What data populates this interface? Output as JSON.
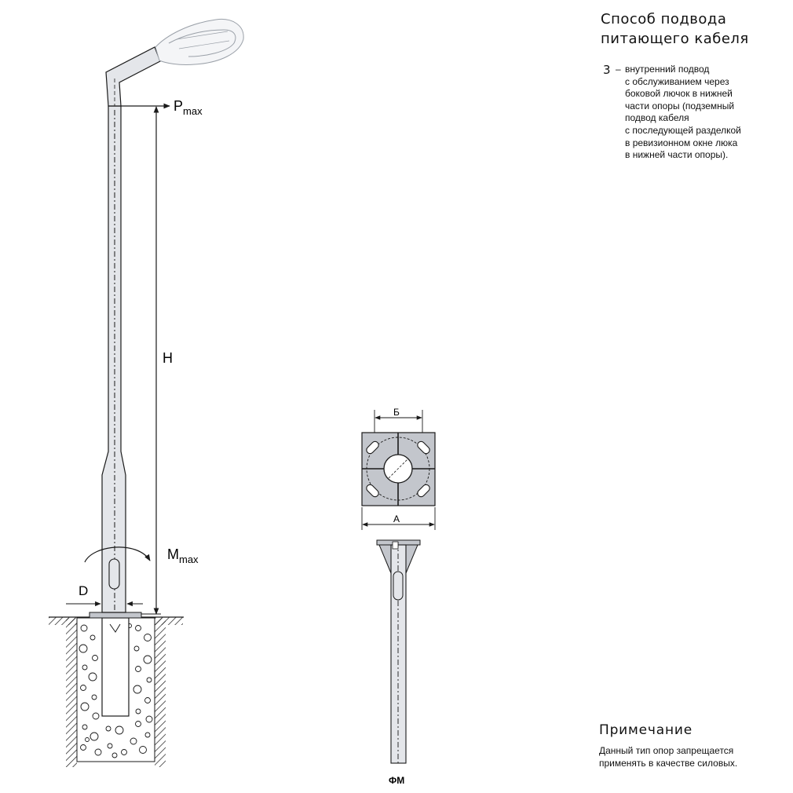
{
  "header": {
    "title_line1": "Способ подвода",
    "title_line2": "питающего кабеля"
  },
  "method": {
    "code": "3",
    "dash": "–",
    "lines": [
      "внутренний подвод",
      "с обслуживанием через",
      "боковой лючок в нижней",
      "части опоры (подземный",
      "подвод кабеля",
      "с последующей разделкой",
      "в ревизионном окне люка",
      "в нижней части опоры)."
    ]
  },
  "labels": {
    "p_main": "P",
    "p_sub": "max",
    "m_main": "M",
    "m_sub": "max",
    "height": "H",
    "diameter": "D",
    "dim_b": "Б",
    "dim_a": "А",
    "flange_type": "ФМ"
  },
  "note": {
    "title": "Примечание",
    "line1": "Данный тип опор запрещается",
    "line2": "применять в качестве силовых."
  },
  "colors": {
    "pole_fill": "#e4e6ea",
    "flange_fill": "#c3c6cc",
    "line": "#1a1a1a"
  }
}
